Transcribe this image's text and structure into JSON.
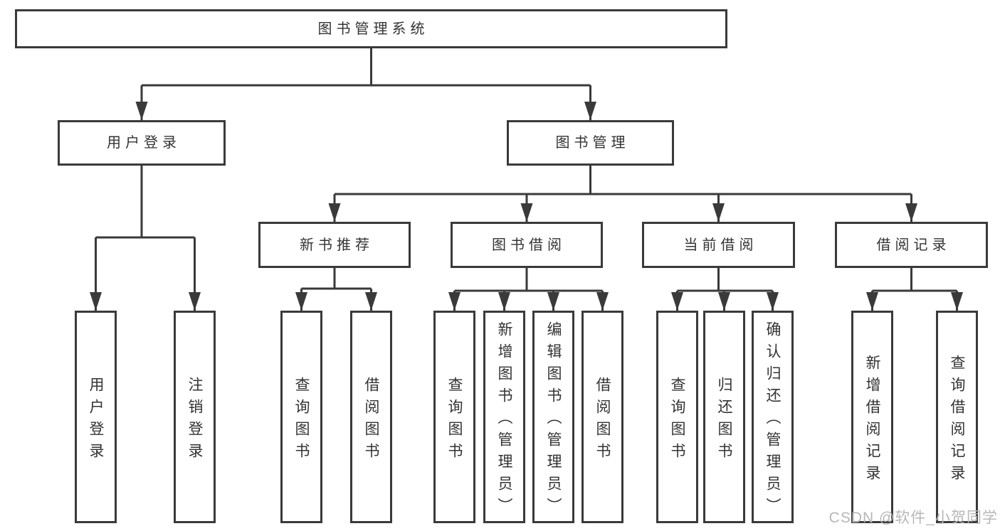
{
  "colors": {
    "line": "#3a3a3a",
    "text": "#333333",
    "background": "#ffffff",
    "watermark": "#b7b7b7"
  },
  "root": {
    "label": "图书管理系统"
  },
  "level2": {
    "user_login": {
      "label": "用户登录"
    },
    "book_management": {
      "label": "图书管理"
    }
  },
  "level3": {
    "new_book_recommend": {
      "label": "新书推荐"
    },
    "book_borrow": {
      "label": "图书借阅"
    },
    "current_borrow": {
      "label": "当前借阅"
    },
    "borrow_records": {
      "label": "借阅记录"
    }
  },
  "leaves": {
    "user_login_leaf": {
      "label": "用户登录"
    },
    "logout_leaf": {
      "label": "注销登录"
    },
    "recommend_query_books": {
      "label": "查询图书"
    },
    "recommend_borrow_books": {
      "label": "借阅图书"
    },
    "borrow_query_books": {
      "label": "查询图书"
    },
    "borrow_add_books_admin": {
      "label": "新增图书（管理员）"
    },
    "borrow_edit_books_admin": {
      "label": "编辑图书（管理员）"
    },
    "borrow_borrow_books": {
      "label": "借阅图书"
    },
    "current_query_books": {
      "label": "查询图书"
    },
    "current_return_books": {
      "label": "归还图书"
    },
    "current_confirm_return_admin": {
      "label": "确认归还（管理员）"
    },
    "records_add_record": {
      "label": "新增借阅记录"
    },
    "records_query_record": {
      "label": "查询借阅记录"
    }
  },
  "watermark": {
    "text": "CSDN @软件_小贺同学"
  }
}
